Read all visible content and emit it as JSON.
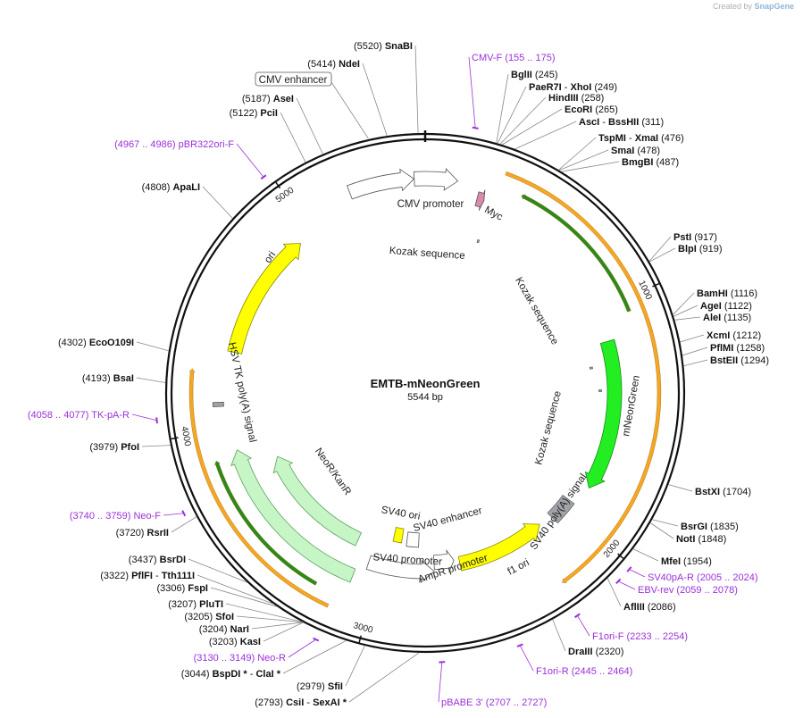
{
  "plasmid": {
    "name": "EMTB-mNeonGreen",
    "length_text": "5544 bp",
    "length": 5544
  },
  "credit": {
    "prefix": "Created by",
    "brand": "SnapGene"
  },
  "ticks": [
    {
      "pos": 1000,
      "label": "1000"
    },
    {
      "pos": 2000,
      "label": "2000"
    },
    {
      "pos": 3000,
      "label": "3000"
    },
    {
      "pos": 4000,
      "label": "4000"
    },
    {
      "pos": 5000,
      "label": "5000"
    }
  ],
  "features": [
    {
      "name": "CMV enhancer",
      "type": "enhancer",
      "start": 5226,
      "end": 5498,
      "color": "#ffffff",
      "stroke": "#555555",
      "strand": 1,
      "label_boxed": true
    },
    {
      "name": "CMV promoter",
      "type": "promoter",
      "start": 5499,
      "end": 135,
      "color": "#ffffff",
      "stroke": "#555555",
      "strand": 1
    },
    {
      "name": "Myc",
      "type": "tag",
      "start": 230,
      "end": 262,
      "color": "#d98aaa",
      "stroke": "#555555",
      "strand": 1
    },
    {
      "name": "Kozak sequence",
      "type": "misc",
      "start": 292,
      "end": 301,
      "color": "#aaaaaa",
      "strand": 0
    },
    {
      "name": "Kozak sequence",
      "type": "misc",
      "start": 1250,
      "end": 1259,
      "color": "#aaaaaa",
      "strand": 0
    },
    {
      "name": "Kozak sequence",
      "type": "misc",
      "start": 1370,
      "end": 1379,
      "color": "#aaaaaa",
      "strand": 0
    },
    {
      "name": "mNeonGreen",
      "type": "cds",
      "start": 1143,
      "end": 1850,
      "color": "#22ee22",
      "stroke": "#1a8a1a",
      "strand": 1
    },
    {
      "name": "SV40 poly(A) signal",
      "type": "polyA",
      "start": 1950,
      "end": 2071,
      "color": "#a0a4a8",
      "stroke": "#666666",
      "strand": 0
    },
    {
      "name": "f1 ori",
      "type": "rep_origin",
      "start": 2140,
      "end": 2595,
      "color": "#ffff00",
      "stroke": "#888800",
      "strand": -1
    },
    {
      "name": "AmpR promoter",
      "type": "promoter",
      "start": 2622,
      "end": 2726,
      "color": "#ffffff",
      "stroke": "#555555",
      "strand": -1
    },
    {
      "name": "SV40 promoter",
      "type": "promoter",
      "start": 2727,
      "end": 3056,
      "color": "#ffffff",
      "stroke": "#555555",
      "strand": -1
    },
    {
      "name": "SV40 enhancer",
      "type": "enhancer",
      "start": 2810,
      "end": 2880,
      "color": "#ffffff",
      "stroke": "#555555",
      "strand": 0
    },
    {
      "name": "SV40 ori",
      "type": "rep_origin",
      "start": 2910,
      "end": 2960,
      "color": "#ffff00",
      "stroke": "#888800",
      "strand": 0
    },
    {
      "name": "NeoR/KanR",
      "type": "cds",
      "start": 3105,
      "end": 3899,
      "color": "#c6f5c6",
      "stroke": "#5aa05a",
      "strand": 1
    },
    {
      "name": "HSV TK poly(A) signal",
      "type": "polyA",
      "start": 4100,
      "end": 4118,
      "color": "#a0a4a8",
      "stroke": "#555555",
      "strand": 0
    },
    {
      "name": "ori",
      "type": "rep_origin",
      "start": 4343,
      "end": 4931,
      "color": "#ffff00",
      "stroke": "#888800",
      "strand": 1
    }
  ],
  "orf_arrows": [
    {
      "start": 311,
      "end": 2220,
      "color": "#f5a623",
      "strand": 1
    },
    {
      "start": 400,
      "end": 1050,
      "color": "#2b8a1a",
      "strand": -1
    },
    {
      "start": 3150,
      "end": 4250,
      "color": "#f5a623",
      "strand": 1
    },
    {
      "start": 3230,
      "end": 3880,
      "color": "#2b8a1a",
      "strand": 1
    }
  ],
  "labels_right": [
    {
      "pos": 5520,
      "name": "SnaBI",
      "coord": "(5520)",
      "bold": true
    },
    {
      "pos": 5414,
      "name": "NdeI",
      "coord": "(5414)",
      "bold": true
    },
    {
      "pos": 5187,
      "name": "AseI",
      "coord": "(5187)",
      "bold": true
    },
    {
      "pos": 5122,
      "name": "PciI",
      "coord": "(5122)",
      "bold": true
    }
  ],
  "enzyme_labels": [
    {
      "id": "bglii",
      "pos": 245,
      "name": "BglII",
      "coord": "(245)",
      "side": "right"
    },
    {
      "id": "paer7i",
      "pos": 249,
      "name": "PaeR7I",
      "name2": "XhoI",
      "coord": "(249)",
      "side": "right"
    },
    {
      "id": "hindiii",
      "pos": 258,
      "name": "HindIII",
      "coord": "(258)",
      "side": "right"
    },
    {
      "id": "ecori",
      "pos": 265,
      "name": "EcoRI",
      "coord": "(265)",
      "side": "right"
    },
    {
      "id": "asci",
      "pos": 311,
      "name": "AscI",
      "name2": "BssHII",
      "coord": "(311)",
      "side": "right"
    },
    {
      "id": "tspmi",
      "pos": 476,
      "name": "TspMI",
      "name2": "XmaI",
      "coord": "(476)",
      "side": "right"
    },
    {
      "id": "smai",
      "pos": 478,
      "name": "SmaI",
      "coord": "(478)",
      "side": "right"
    },
    {
      "id": "bmgbi",
      "pos": 487,
      "name": "BmgBI",
      "coord": "(487)",
      "side": "right"
    },
    {
      "id": "psti",
      "pos": 917,
      "name": "PstI",
      "coord": "(917)",
      "side": "right"
    },
    {
      "id": "blpi",
      "pos": 919,
      "name": "BlpI",
      "coord": "(919)",
      "side": "right"
    },
    {
      "id": "bamhi",
      "pos": 1116,
      "name": "BamHI",
      "coord": "(1116)",
      "side": "right"
    },
    {
      "id": "agei",
      "pos": 1122,
      "name": "AgeI",
      "coord": "(1122)",
      "side": "right"
    },
    {
      "id": "alei",
      "pos": 1135,
      "name": "AleI",
      "coord": "(1135)",
      "side": "right"
    },
    {
      "id": "xcmi",
      "pos": 1212,
      "name": "XcmI",
      "coord": "(1212)",
      "side": "right"
    },
    {
      "id": "pflmi",
      "pos": 1258,
      "name": "PflMI",
      "coord": "(1258)",
      "side": "right"
    },
    {
      "id": "bsteii",
      "pos": 1294,
      "name": "BstEII",
      "coord": "(1294)",
      "side": "right"
    },
    {
      "id": "bstxi",
      "pos": 1704,
      "name": "BstXI",
      "coord": "(1704)",
      "side": "right"
    },
    {
      "id": "bsrgi",
      "pos": 1835,
      "name": "BsrGI",
      "coord": "(1835)",
      "side": "right"
    },
    {
      "id": "noti",
      "pos": 1848,
      "name": "NotI",
      "coord": "(1848)",
      "side": "right"
    },
    {
      "id": "mfei",
      "pos": 1954,
      "name": "MfeI",
      "coord": "(1954)",
      "side": "right"
    },
    {
      "id": "afliii",
      "pos": 2086,
      "name": "AflIII",
      "coord": "(2086)",
      "side": "right"
    },
    {
      "id": "draiii",
      "pos": 2320,
      "name": "DraIII",
      "coord": "(2320)",
      "side": "right"
    },
    {
      "id": "csii",
      "pos": 2793,
      "name": "CsiI",
      "name2": "SexAI *",
      "coord": "(2793)",
      "side": "left"
    },
    {
      "id": "sfii",
      "pos": 2979,
      "name": "SfiI",
      "coord": "(2979)",
      "side": "left"
    },
    {
      "id": "bspdi",
      "pos": 3044,
      "name": "BspDI *",
      "name2": "ClaI *",
      "coord": "(3044)",
      "side": "left"
    },
    {
      "id": "kasi",
      "pos": 3203,
      "name": "KasI",
      "coord": "(3203)",
      "side": "left"
    },
    {
      "id": "nari",
      "pos": 3204,
      "name": "NarI",
      "coord": "(3204)",
      "side": "left"
    },
    {
      "id": "sfoi",
      "pos": 3205,
      "name": "SfoI",
      "coord": "(3205)",
      "side": "left"
    },
    {
      "id": "plutI",
      "pos": 3207,
      "name": "PluTI",
      "coord": "(3207)",
      "side": "left"
    },
    {
      "id": "fspi",
      "pos": 3306,
      "name": "FspI",
      "coord": "(3306)",
      "side": "left"
    },
    {
      "id": "pflfi",
      "pos": 3322,
      "name": "PflFI",
      "name2": "Tth111I",
      "coord": "(3322)",
      "side": "left"
    },
    {
      "id": "bsrdi",
      "pos": 3437,
      "name": "BsrDI",
      "coord": "(3437)",
      "side": "left"
    },
    {
      "id": "rsrii",
      "pos": 3720,
      "name": "RsrII",
      "coord": "(3720)",
      "side": "left"
    },
    {
      "id": "pfoi",
      "pos": 3979,
      "name": "PfoI",
      "coord": "(3979)",
      "side": "left"
    },
    {
      "id": "bsai",
      "pos": 4193,
      "name": "BsaI",
      "coord": "(4193)",
      "side": "left"
    },
    {
      "id": "eco0109i",
      "pos": 4302,
      "name": "EcoO109I",
      "coord": "(4302)",
      "side": "left"
    },
    {
      "id": "apali",
      "pos": 4808,
      "name": "ApaLI",
      "coord": "(4808)",
      "side": "left"
    },
    {
      "id": "pcii",
      "pos": 5122,
      "name": "PciI",
      "coord": "(5122)",
      "side": "left"
    },
    {
      "id": "asei",
      "pos": 5187,
      "name": "AseI",
      "coord": "(5187)",
      "side": "left"
    },
    {
      "id": "ndei",
      "pos": 5414,
      "name": "NdeI",
      "coord": "(5414)",
      "side": "left"
    },
    {
      "id": "snabi",
      "pos": 5520,
      "name": "SnaBI",
      "coord": "(5520)",
      "side": "left"
    }
  ],
  "primers": [
    {
      "id": "cmvf",
      "pos": 165,
      "name": "CMV-F",
      "coord": "(155 .. 175)"
    },
    {
      "id": "sv40par",
      "pos": 2015,
      "name": "SV40pA-R",
      "coord": "(2005 .. 2024)"
    },
    {
      "id": "ebvrev",
      "pos": 2068,
      "name": "EBV-rev",
      "coord": "(2059 .. 2078)"
    },
    {
      "id": "f1orif",
      "pos": 2243,
      "name": "F1ori-F",
      "coord": "(2233 .. 2254)"
    },
    {
      "id": "f1orir",
      "pos": 2455,
      "name": "F1ori-R",
      "coord": "(2445 .. 2464)"
    },
    {
      "id": "pbabe3",
      "pos": 2717,
      "name": "pBABE 3'",
      "coord": "(2707 .. 2727)"
    },
    {
      "id": "neor",
      "pos": 3140,
      "name": "Neo-R",
      "coord": "(3130 .. 3149)"
    },
    {
      "id": "neof",
      "pos": 3750,
      "name": "Neo-F",
      "coord": "(3740 .. 3759)"
    },
    {
      "id": "tkpar",
      "pos": 4068,
      "name": "TK-pA-R",
      "coord": "(4058 .. 4077)"
    },
    {
      "id": "pbr322",
      "pos": 4977,
      "name": "pBR322ori-F",
      "coord": "(4967 .. 4986)"
    }
  ]
}
